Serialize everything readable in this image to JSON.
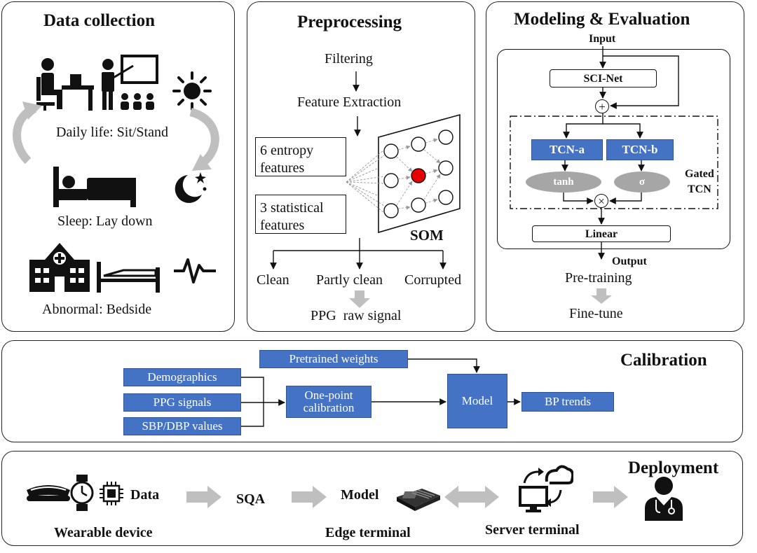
{
  "data_collection": {
    "title": "Data collection",
    "daily_life": "Daily life: Sit/Stand",
    "sleep": "Sleep: Lay down",
    "abnormal": "Abnormal: Bedside"
  },
  "preprocessing": {
    "title": "Preprocessing",
    "filtering": "Filtering",
    "feature_extraction": "Feature Extraction",
    "entropy": "6 entropy\nfeatures",
    "statistical": "3 statistical\nfeatures",
    "som": "SOM",
    "clean": "Clean",
    "partly_clean": "Partly clean",
    "corrupted": "Corrupted",
    "ppg_raw": "PPG  raw signal"
  },
  "modeling": {
    "title": "Modeling & Evaluation",
    "input": "Input",
    "sci_net": "SCI-Net",
    "plus": "+",
    "tcn_a": "TCN-a",
    "tcn_b": "TCN-b",
    "tanh": "tanh",
    "sigma": "σ",
    "times": "×",
    "gated_tcn": "Gated\nTCN",
    "linear": "Linear",
    "output": "Output",
    "pretraining": "Pre-training",
    "finetune": "Fine-tune"
  },
  "calibration": {
    "title": "Calibration",
    "pretrained_weights": "Pretrained weights",
    "demographics": "Demographics",
    "ppg_signals": "PPG signals",
    "sbp_dbp": "SBP/DBP values",
    "one_point": "One-point\ncalibration",
    "model": "Model",
    "bp_trends": "BP trends"
  },
  "deployment": {
    "title": "Deployment",
    "data": "Data",
    "sqa": "SQA",
    "model": "Model",
    "wearable": "Wearable device",
    "edge": "Edge terminal",
    "server": "Server terminal"
  },
  "colors": {
    "box_blue": "#4472C4",
    "gray_arrow": "#bfbfbf",
    "som_node_red": "#e60000"
  }
}
